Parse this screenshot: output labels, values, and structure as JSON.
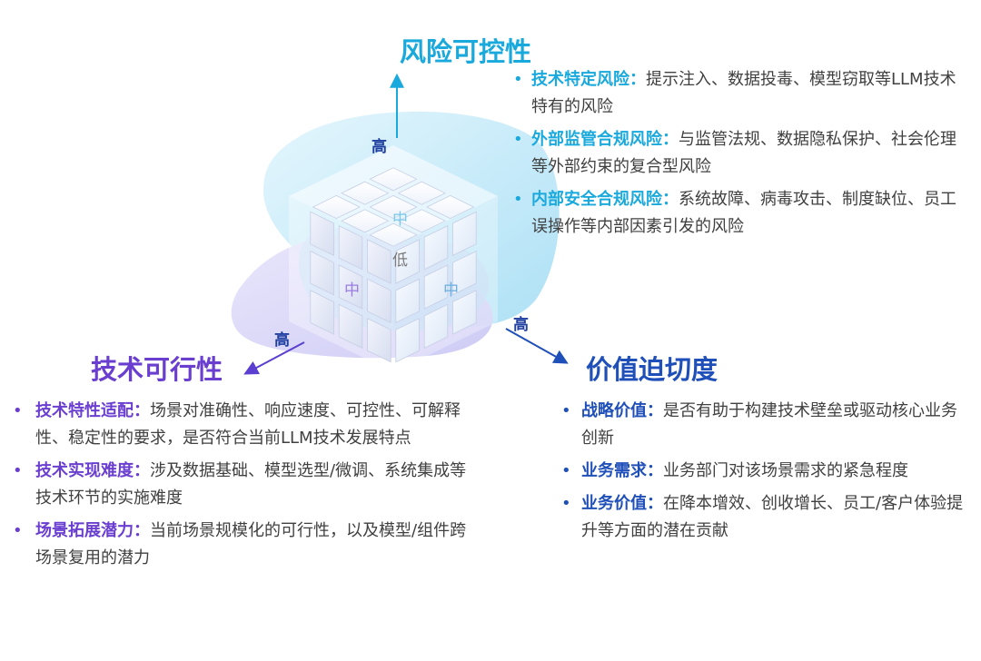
{
  "colors": {
    "top_accent": "#1aa9dc",
    "left_accent": "#6a3fd0",
    "right_accent": "#1f4fb8"
  },
  "axes": {
    "top": {
      "title": "风险可控性",
      "high_label": "高",
      "items": [
        {
          "term": "技术特定风险：",
          "desc": "提示注入、数据投毒、模型窃取等LLM技术特有的风险"
        },
        {
          "term": "外部监管合规风险：",
          "desc": "与监管法规、数据隐私保护、社会伦理等外部约束的复合型风险"
        },
        {
          "term": "内部安全合规风险：",
          "desc": "系统故障、病毒攻击、制度缺位、员工误操作等内部因素引发的风险"
        }
      ]
    },
    "left": {
      "title": "技术可行性",
      "high_label": "高",
      "items": [
        {
          "term": "技术特性适配：",
          "desc": "场景对准确性、响应速度、可控性、可解释性、稳定性的要求，是否符合当前LLM技术发展特点"
        },
        {
          "term": "技术实现难度：",
          "desc": "涉及数据基础、模型选型/微调、系统集成等技术环节的实施难度"
        },
        {
          "term": "场景拓展潜力：",
          "desc": "当前场景规模化的可行性，以及模型/组件跨场景复用的潜力"
        }
      ]
    },
    "right": {
      "title": "价值迫切度",
      "high_label": "高",
      "items": [
        {
          "term": "战略价值：",
          "desc": "是否有助于构建技术壁垒或驱动核心业务创新"
        },
        {
          "term": "业务需求：",
          "desc": "业务部门对该场景需求的紧急程度"
        },
        {
          "term": "业务价值：",
          "desc": "在降本增效、创收增长、员工/客户体验提升等方面的潜在贡献"
        }
      ]
    }
  },
  "cube": {
    "mid_top": "中",
    "low": "低",
    "mid_left": "中",
    "mid_right": "中"
  }
}
